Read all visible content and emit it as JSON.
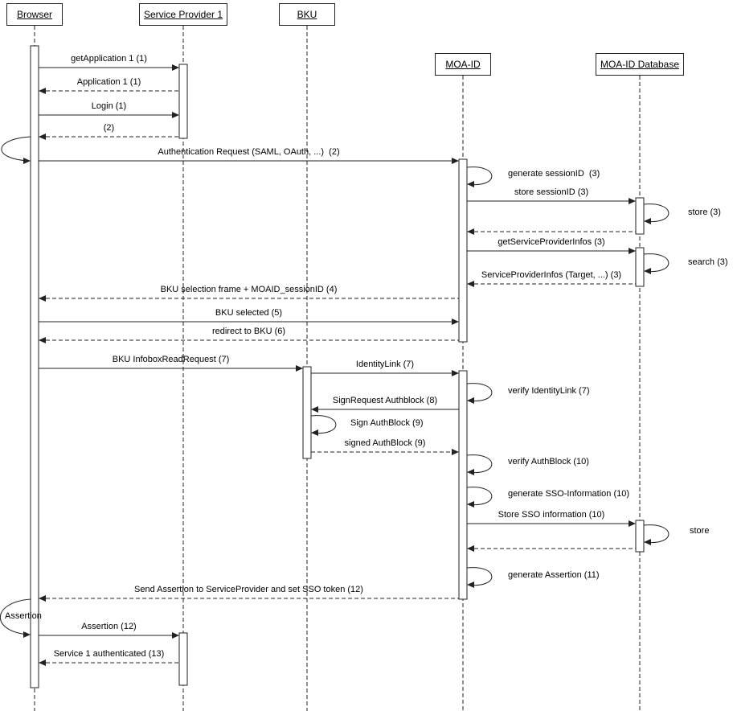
{
  "actors": [
    {
      "id": "browser",
      "label": "Browser"
    },
    {
      "id": "service-provider-1",
      "label": "Service Provider 1"
    },
    {
      "id": "bku",
      "label": "BKU"
    },
    {
      "id": "moa-id",
      "label": "MOA-ID"
    },
    {
      "id": "moa-id-database",
      "label": "MOA-ID Database"
    }
  ],
  "messages": [
    {
      "label": "getApplication 1 (1)",
      "from": "browser",
      "to": "service-provider-1",
      "type": "call"
    },
    {
      "label": "Application 1 (1)",
      "from": "service-provider-1",
      "to": "browser",
      "type": "return"
    },
    {
      "label": "Login (1)",
      "from": "browser",
      "to": "service-provider-1",
      "type": "call"
    },
    {
      "label": "(2)",
      "from": "service-provider-1",
      "to": "browser",
      "type": "return"
    },
    {
      "label": "Authentication Request (SAML, OAuth, ...)  (2)",
      "from": "browser",
      "to": "moa-id",
      "type": "call"
    },
    {
      "label": "generate sessionID  (3)",
      "from": "moa-id",
      "to": "moa-id",
      "type": "self"
    },
    {
      "label": "store sessionID (3)",
      "from": "moa-id",
      "to": "moa-id-database",
      "type": "call"
    },
    {
      "label": "store (3)",
      "from": "moa-id-database",
      "to": "moa-id-database",
      "type": "self"
    },
    {
      "label": "",
      "from": "moa-id-database",
      "to": "moa-id",
      "type": "return"
    },
    {
      "label": "getServiceProviderInfos (3)",
      "from": "moa-id",
      "to": "moa-id-database",
      "type": "call"
    },
    {
      "label": "search (3)",
      "from": "moa-id-database",
      "to": "moa-id-database",
      "type": "self"
    },
    {
      "label": "ServiceProviderInfos (Target, ...) (3)",
      "from": "moa-id-database",
      "to": "moa-id",
      "type": "return"
    },
    {
      "label": "BKU selection frame + MOAID_sessionID (4)",
      "from": "moa-id",
      "to": "browser",
      "type": "return"
    },
    {
      "label": "BKU selected (5)",
      "from": "browser",
      "to": "moa-id",
      "type": "call"
    },
    {
      "label": "redirect to BKU (6)",
      "from": "moa-id",
      "to": "browser",
      "type": "return"
    },
    {
      "label": "BKU InfoboxReadRequest (7)",
      "from": "browser",
      "to": "bku",
      "type": "call"
    },
    {
      "label": "IdentityLink (7)",
      "from": "bku",
      "to": "moa-id",
      "type": "call"
    },
    {
      "label": "verify IdentityLink (7)",
      "from": "moa-id",
      "to": "moa-id",
      "type": "self"
    },
    {
      "label": "SignRequest Authblock (8)",
      "from": "moa-id",
      "to": "bku",
      "type": "call"
    },
    {
      "label": "Sign AuthBlock (9)",
      "from": "bku",
      "to": "bku",
      "type": "self"
    },
    {
      "label": "signed AuthBlock (9)",
      "from": "bku",
      "to": "moa-id",
      "type": "return"
    },
    {
      "label": "verify AuthBlock (10)",
      "from": "moa-id",
      "to": "moa-id",
      "type": "self"
    },
    {
      "label": "generate SSO-Information (10)",
      "from": "moa-id",
      "to": "moa-id",
      "type": "self"
    },
    {
      "label": "Store SSO information (10)",
      "from": "moa-id",
      "to": "moa-id-database",
      "type": "call"
    },
    {
      "label": "store",
      "from": "moa-id-database",
      "to": "moa-id-database",
      "type": "self"
    },
    {
      "label": "",
      "from": "moa-id-database",
      "to": "moa-id",
      "type": "return"
    },
    {
      "label": "generate Assertion (11)",
      "from": "moa-id",
      "to": "moa-id",
      "type": "self"
    },
    {
      "label": "Send Assertion to ServiceProvider and set SSO token (12)",
      "from": "moa-id",
      "to": "browser",
      "type": "return"
    },
    {
      "label": "Assertion",
      "from": "browser",
      "to": "browser",
      "type": "self"
    },
    {
      "label": "Assertion (12)",
      "from": "browser",
      "to": "service-provider-1",
      "type": "call"
    },
    {
      "label": "Service 1 authenticated (13)",
      "from": "service-provider-1",
      "to": "browser",
      "type": "return"
    }
  ]
}
